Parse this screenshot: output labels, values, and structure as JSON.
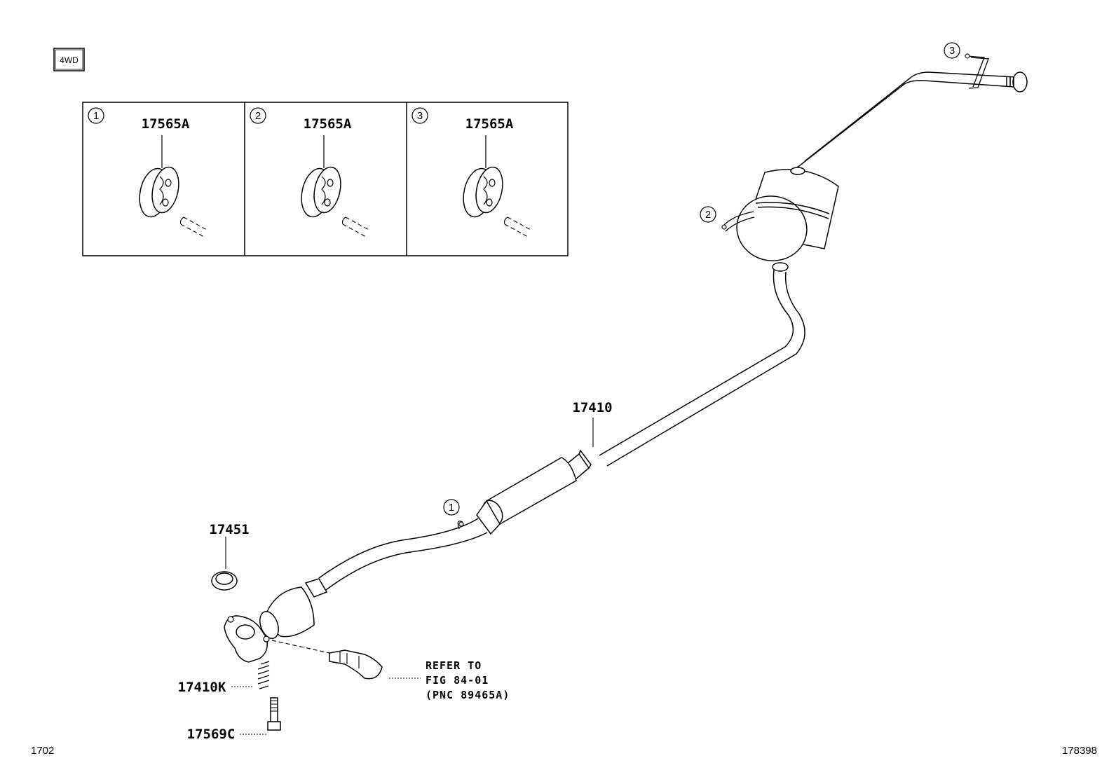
{
  "variant_badge": "4WD",
  "inset_panels": [
    {
      "ref": "1",
      "part": "17565A"
    },
    {
      "ref": "2",
      "part": "17565A"
    },
    {
      "ref": "3",
      "part": "17565A"
    }
  ],
  "callouts": {
    "ref1": "1",
    "ref2": "2",
    "ref3": "3"
  },
  "parts": {
    "pipe_assy": "17410",
    "gasket": "17451",
    "spring": "17410K",
    "bolt": "17569C"
  },
  "refer_note": {
    "line1": "REFER TO",
    "line2": "FIG 84-01",
    "line3": "(PNC 89465A)"
  },
  "figure_code": "1702",
  "illustration_id": "178398"
}
